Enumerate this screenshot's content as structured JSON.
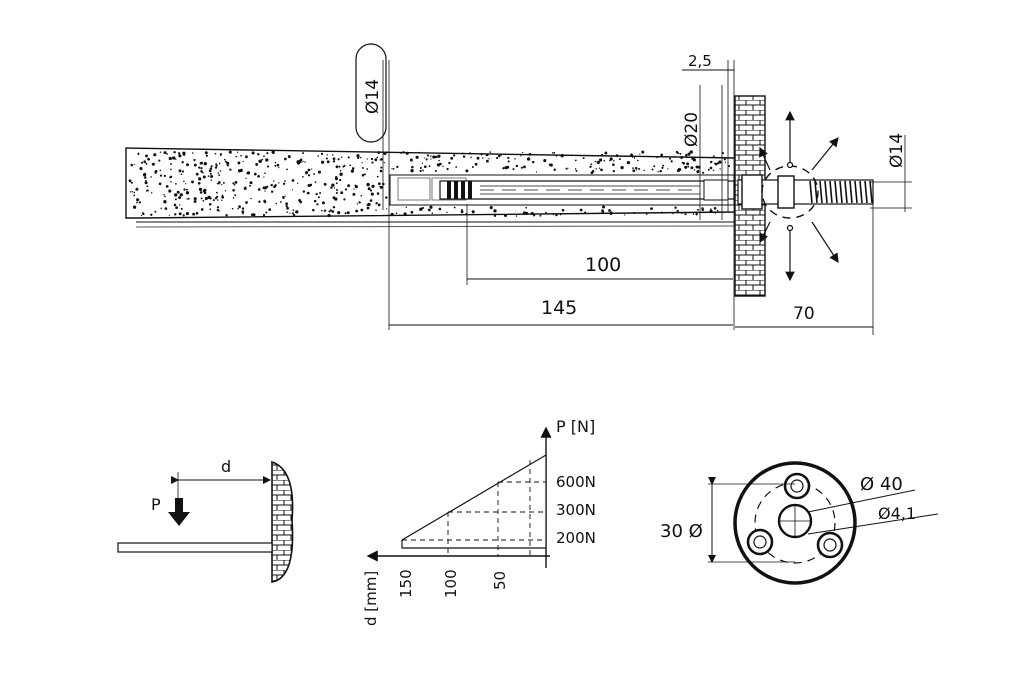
{
  "top_view": {
    "dim_bore_diameter": "Ø14",
    "dim_washer_diameter": "Ø20",
    "dim_thread_diameter": "Ø14",
    "dim_plate_thickness": "2,5",
    "dim_anchor_depth": "100",
    "dim_total_depth": "145",
    "dim_projection": "70"
  },
  "load_diagram": {
    "load_label": "P",
    "distance_label": "d"
  },
  "capacity_chart": {
    "p_axis_label": "P [N]",
    "d_axis_label": "d [mm]",
    "load_levels": [
      "600N",
      "300N",
      "200N"
    ],
    "distance_ticks": [
      "150",
      "100",
      "50"
    ]
  },
  "flange": {
    "outer_diameter": "Ø 40",
    "hole_diameter": "Ø4,1",
    "bolt_circle": "30 Ø"
  },
  "colors": {
    "line": "#111111",
    "concrete_fill": "#ffffff",
    "brick_fill": "#ffffff"
  }
}
